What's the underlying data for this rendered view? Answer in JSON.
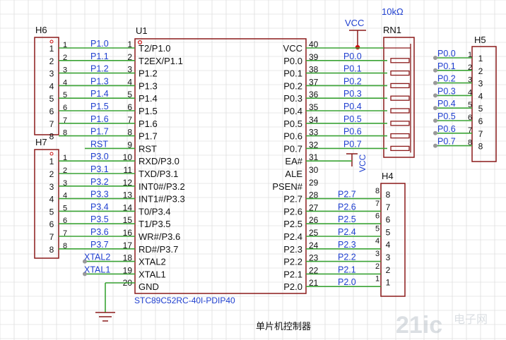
{
  "colors": {
    "background": "#ffffff",
    "grid": "#d6d6d6",
    "component": "#8b1a1a",
    "wire": "#3aa335",
    "net_label": "#1f3fcf",
    "text": "#111111",
    "pin_dot": "#999999",
    "vcc_dot": "#cc1111"
  },
  "title": "单片机控制器",
  "vcc_label": "VCC",
  "u1": {
    "designator": "U1",
    "part": "STC89C52RC-40I-PDIP40",
    "left_pins": [
      {
        "num": "1",
        "name": "T2/P1.0"
      },
      {
        "num": "2",
        "name": "T2EX/P1.1"
      },
      {
        "num": "3",
        "name": "P1.2"
      },
      {
        "num": "4",
        "name": "P1.3"
      },
      {
        "num": "5",
        "name": "P1.4"
      },
      {
        "num": "6",
        "name": "P1.5"
      },
      {
        "num": "7",
        "name": "P1.6"
      },
      {
        "num": "8",
        "name": "P1.7"
      },
      {
        "num": "9",
        "name": "RST"
      },
      {
        "num": "10",
        "name": "RXD/P3.0"
      },
      {
        "num": "11",
        "name": "TXD/P3.1"
      },
      {
        "num": "12",
        "name": "INT0#/P3.2"
      },
      {
        "num": "13",
        "name": "INT1#/P3.3"
      },
      {
        "num": "14",
        "name": "T0/P3.4"
      },
      {
        "num": "15",
        "name": "T1/P3.5"
      },
      {
        "num": "16",
        "name": "WR#/P3.6"
      },
      {
        "num": "17",
        "name": "RD#/P3.7"
      },
      {
        "num": "18",
        "name": "XTAL2"
      },
      {
        "num": "19",
        "name": "XTAL1"
      },
      {
        "num": "20",
        "name": "GND"
      }
    ],
    "right_pins": [
      {
        "num": "40",
        "name": "VCC"
      },
      {
        "num": "39",
        "name": "P0.0"
      },
      {
        "num": "38",
        "name": "P0.1"
      },
      {
        "num": "37",
        "name": "P0.2"
      },
      {
        "num": "36",
        "name": "P0.3"
      },
      {
        "num": "35",
        "name": "P0.4"
      },
      {
        "num": "34",
        "name": "P0.5"
      },
      {
        "num": "33",
        "name": "P0.6"
      },
      {
        "num": "32",
        "name": "P0.7"
      },
      {
        "num": "31",
        "name": "EA#"
      },
      {
        "num": "30",
        "name": "ALE"
      },
      {
        "num": "29",
        "name": "PSEN#"
      },
      {
        "num": "28",
        "name": "P2.7"
      },
      {
        "num": "27",
        "name": "P2.6"
      },
      {
        "num": "26",
        "name": "P2.5"
      },
      {
        "num": "25",
        "name": "P2.4"
      },
      {
        "num": "24",
        "name": "P2.3"
      },
      {
        "num": "23",
        "name": "P2.2"
      },
      {
        "num": "22",
        "name": "P2.1"
      },
      {
        "num": "21",
        "name": "P2.0"
      }
    ],
    "left_nets": [
      "P1.0",
      "P1.1",
      "P1.2",
      "P1.3",
      "P1.4",
      "P1.5",
      "P1.6",
      "P1.7",
      "RST",
      "P3.0",
      "P3.1",
      "P3.2",
      "P3.3",
      "P3.4",
      "P3.5",
      "P3.6",
      "P3.7",
      "XTAL2",
      "XTAL1",
      ""
    ],
    "right_nets": [
      "",
      "P0.0",
      "P0.1",
      "P0.2",
      "P0.3",
      "P0.4",
      "P0.5",
      "P0.6",
      "P0.7",
      "",
      "",
      "",
      "P2.7",
      "P2.6",
      "P2.5",
      "P2.4",
      "P2.3",
      "P2.2",
      "P2.1",
      "P2.0"
    ],
    "ea_net": "VCC"
  },
  "h6": {
    "designator": "H6",
    "pins": [
      "1",
      "2",
      "3",
      "4",
      "5",
      "6",
      "7",
      "8"
    ]
  },
  "h7": {
    "designator": "H7",
    "pins": [
      "1",
      "2",
      "3",
      "4",
      "5",
      "6",
      "7",
      "8"
    ]
  },
  "h5": {
    "designator": "H5",
    "pins": [
      "1",
      "2",
      "3",
      "4",
      "5",
      "6",
      "7",
      "8"
    ],
    "nets": [
      "P0.0",
      "P0.1",
      "P0.2",
      "P0.3",
      "P0.4",
      "P0.5",
      "P0.6",
      "P0.7"
    ]
  },
  "h4": {
    "designator": "H4",
    "pins": [
      "8",
      "7",
      "6",
      "5",
      "4",
      "3",
      "2",
      "1"
    ]
  },
  "rn1": {
    "designator": "RN1",
    "value": "10kΩ"
  },
  "watermark": {
    "logo_text": "21ic",
    "site_text": "电子网"
  }
}
